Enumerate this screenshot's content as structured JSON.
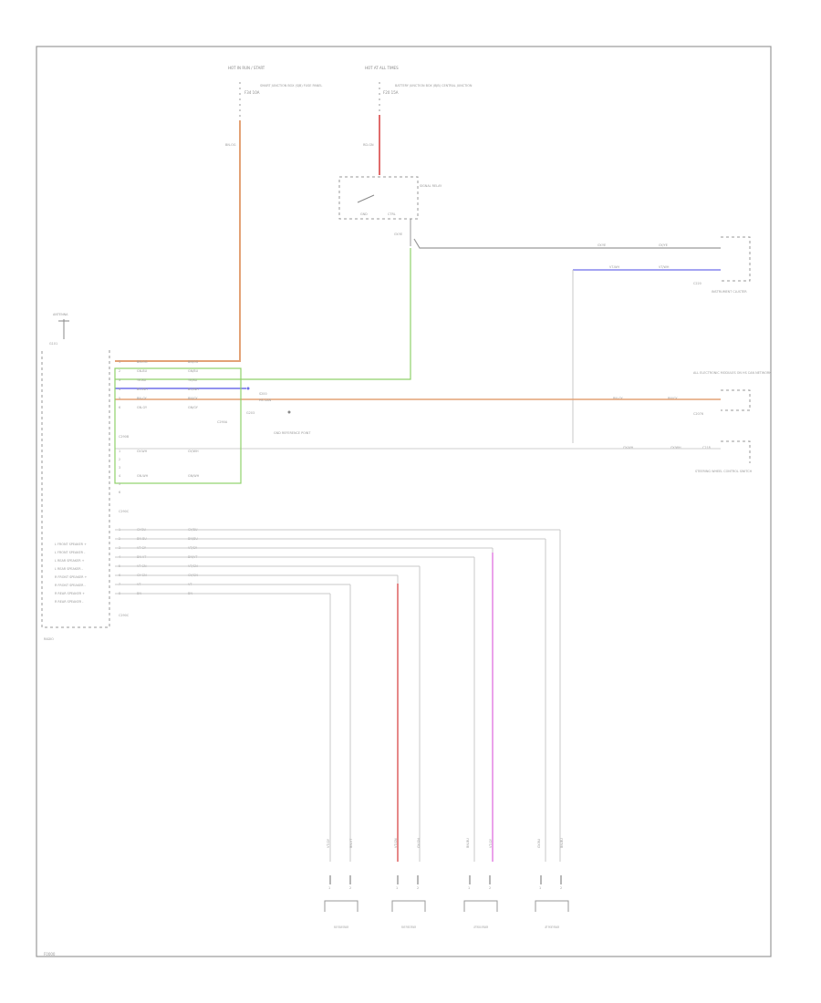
{
  "diagram": {
    "footer_code": "F0000",
    "colors": {
      "frame": "#8c8c8c",
      "orange": "#e3a276",
      "red": "#e06b6b",
      "green": "#8fd16a",
      "blue": "#6e6eea",
      "grey": "#9a9a9a",
      "pink": "#e68ae6",
      "light": "#c8c8c8"
    },
    "power_left": {
      "title": "HOT IN RUN / START",
      "fuse": "F34 10A",
      "desc": "SMART JUNCTION BOX (SJB) FUSE PANEL",
      "wire": "BN-OG"
    },
    "power_right": {
      "title": "HOT AT ALL TIMES",
      "fuse": "F20 15A",
      "desc": "BATTERY JUNCTION BOX (BJB) CENTRAL JUNCTION",
      "wire": "RD-GN"
    },
    "relay": {
      "label": "SIGNAL RELAY",
      "left": "GND",
      "right": "CTRL",
      "out_wire": "GY-YE"
    },
    "antenna": {
      "label": "ANTENNA",
      "ground": "G101"
    },
    "audio_unit": {
      "label": "RADIO",
      "c1_label": "C290A",
      "c2_label": "C290B",
      "c3_label": "C290C",
      "rows_top": [
        {
          "pin": "1",
          "a": "BN-OG",
          "b": "BN/OG"
        },
        {
          "pin": "2",
          "a": "GN-BU",
          "b": "GN/BU"
        },
        {
          "pin": "3",
          "a": "YE-BU",
          "b": "YE/BU"
        },
        {
          "pin": "4",
          "a": "BU-WH",
          "b": "BU/WH"
        },
        {
          "pin": "5",
          "a": "BN-GY",
          "b": "BN/GY"
        },
        {
          "pin": "6",
          "a": "GN-GY",
          "b": "GN/GY"
        }
      ],
      "rows_mid": [
        {
          "pin": "1",
          "a": "GY-WH",
          "b": "GY/WH"
        },
        {
          "pin": "2",
          "a": "",
          "b": ""
        },
        {
          "pin": "3",
          "a": "",
          "b": ""
        },
        {
          "pin": "4",
          "a": "GN-WH",
          "b": "GN/WH"
        },
        {
          "pin": "5",
          "a": "",
          "b": ""
        },
        {
          "pin": "6",
          "a": "",
          "b": ""
        }
      ],
      "rows_bottom": [
        {
          "pin": "1",
          "a": "GY-BU",
          "b": "GY/BU"
        },
        {
          "pin": "2",
          "a": "BN-BU",
          "b": "BN/BU"
        },
        {
          "pin": "3",
          "a": "VT-GY",
          "b": "VT/GY"
        },
        {
          "pin": "4",
          "a": "BN-VT",
          "b": "BN/VT"
        },
        {
          "pin": "5",
          "a": "VT-GN",
          "b": "VT/GN"
        },
        {
          "pin": "6",
          "a": "GY-GN",
          "b": "GY/GN"
        },
        {
          "pin": "7",
          "a": "VT",
          "b": "VT"
        },
        {
          "pin": "8",
          "a": "BN",
          "b": "BN"
        }
      ],
      "speaker_labels": [
        "L FRONT SPEAKER +",
        "L FRONT SPEAKER -",
        "L REAR SPEAKER +",
        "L REAR SPEAKER -",
        "R FRONT SPEAKER +",
        "R FRONT SPEAKER -",
        "R REAR SPEAKER +",
        "R REAR SPEAKER -"
      ],
      "splice_label": "S200",
      "can_label": "HS CAN",
      "ground_label": "G203",
      "ground_desc": "GND REFERENCE POINT"
    },
    "right_modules": [
      {
        "label": "INSTRUMENT CLUSTER",
        "conn": "C220",
        "wire_a": "GY-YE",
        "wire_b": "GY/YE",
        "wire_c": "VT-WH",
        "wire_d": "VT/WH"
      },
      {
        "label": "ALL ELECTRONIC MODULES ON HS CAN NETWORK",
        "conn": "C2076",
        "wire_a": "BN-GY",
        "wire_b": "BN/GY"
      },
      {
        "label": "STEERING WHEEL CONTROL SWITCH",
        "conn": "C218",
        "wire_a": "GY-WH",
        "wire_b": "GY/WH"
      }
    ],
    "speakers": [
      {
        "label": "RIGHT REAR SPEAKER",
        "pin_a": "1",
        "pin_b": "2",
        "wire_a": "VT-GY",
        "wire_b": "BN-VT"
      },
      {
        "label": "RIGHT FRONT SPEAKER",
        "pin_a": "1",
        "pin_b": "2",
        "wire_a": "VT-GN",
        "wire_b": "GY-GN"
      },
      {
        "label": "LEFT REAR SPEAKER",
        "pin_a": "1",
        "pin_b": "2",
        "wire_a": "BN-BU",
        "wire_b": "VT-GY"
      },
      {
        "label": "LEFT FRONT SPEAKER",
        "pin_a": "1",
        "pin_b": "2",
        "wire_a": "GY-BU",
        "wire_b": "BN-BU"
      }
    ]
  }
}
